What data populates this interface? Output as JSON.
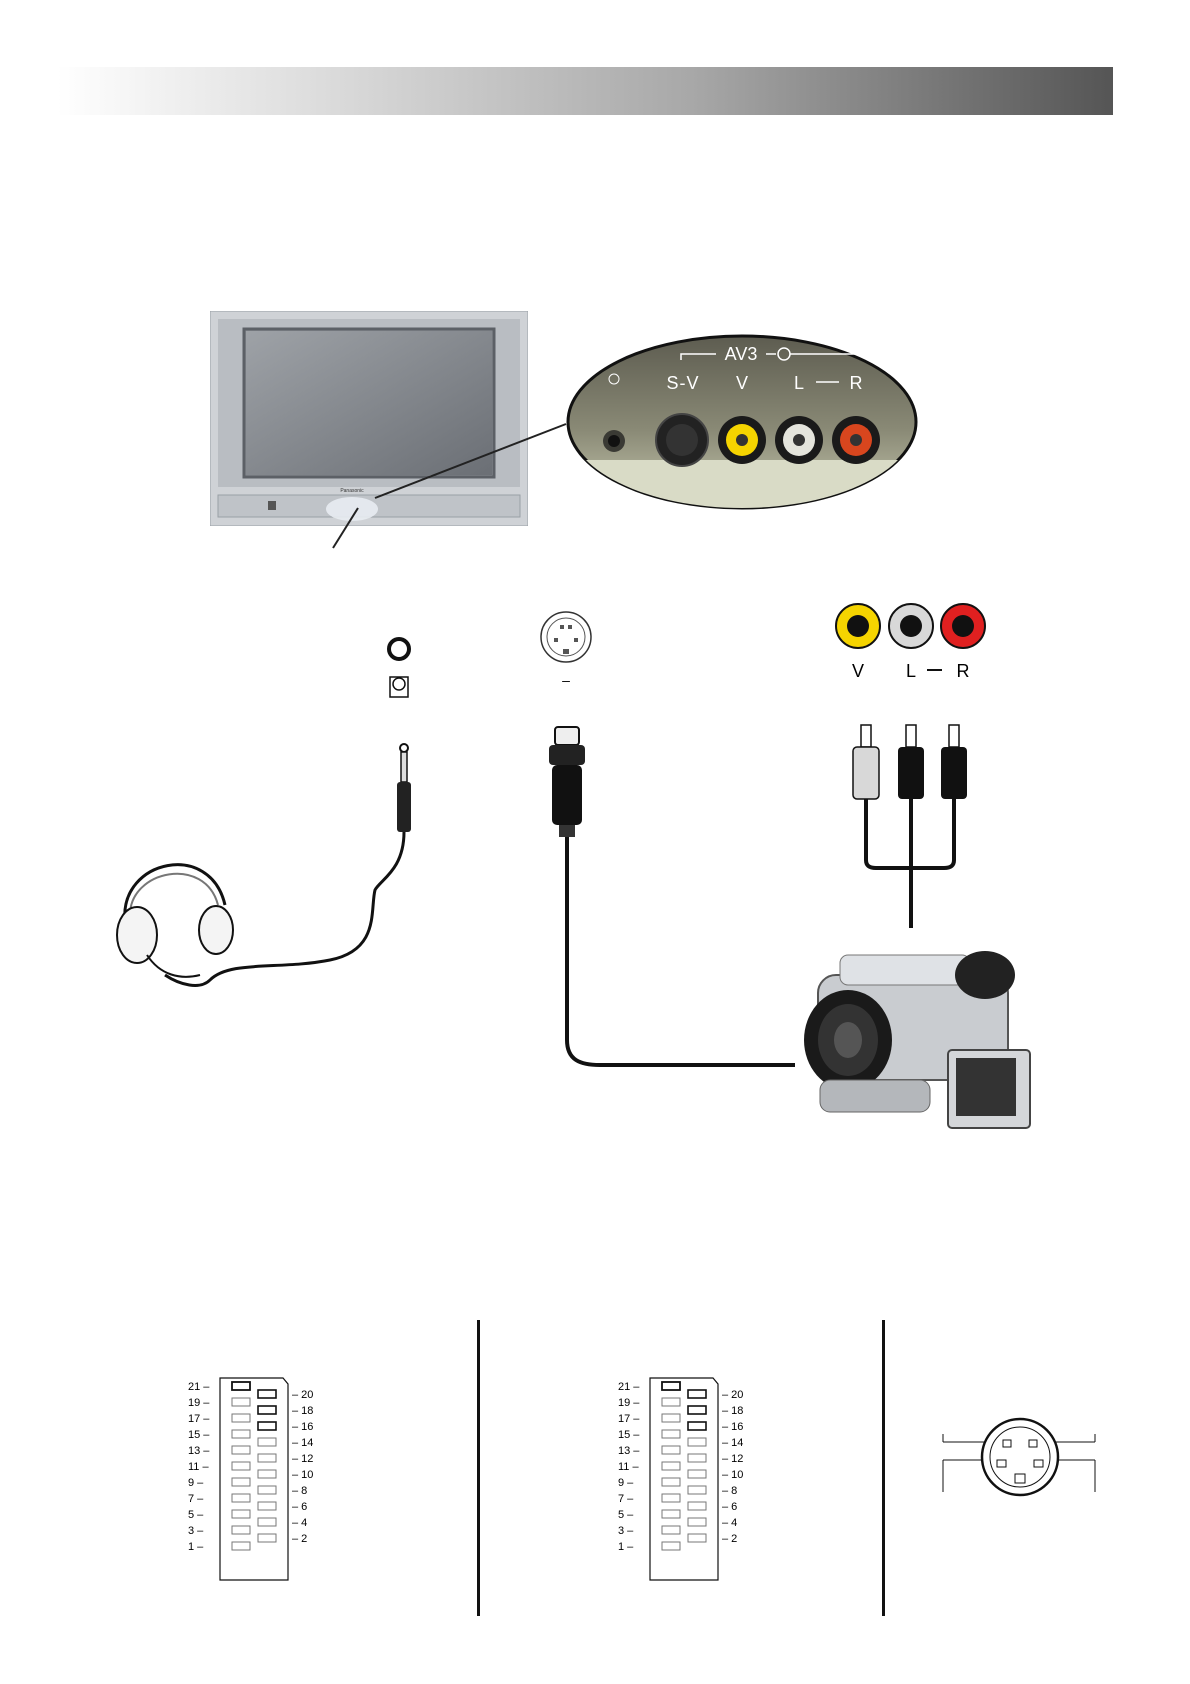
{
  "zoom_panel": {
    "group_label": "AV3",
    "sockets": [
      "S-V",
      "V",
      "L",
      "R"
    ]
  },
  "rca_labels": [
    "V",
    "L",
    "R"
  ],
  "svideo_caption": "–",
  "scart": {
    "left_pins": [
      "21",
      "19",
      "17",
      "15",
      "13",
      "11",
      "9",
      "7",
      "5",
      "3",
      "1"
    ],
    "right_pins": [
      "20",
      "18",
      "16",
      "14",
      "12",
      "10",
      "8",
      "6",
      "4",
      "2"
    ]
  },
  "colors": {
    "yellow_socket": "#f5d400",
    "white_socket": "#d8d8d8",
    "red_socket": "#e02020",
    "tv_silver": "#cfd2d6"
  }
}
